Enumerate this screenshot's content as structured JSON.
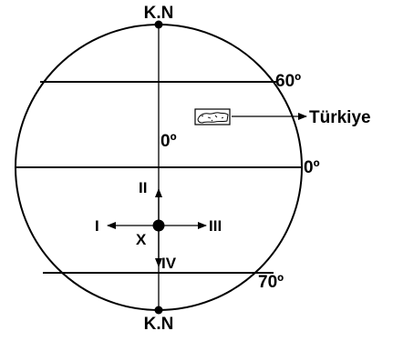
{
  "diagram": {
    "top_label": "K.N",
    "bottom_label": "K.N",
    "parallels": {
      "p60": "60º",
      "equator": "0º",
      "p70": "70º"
    },
    "meridian_label": "0º",
    "country_label": "Türkiye",
    "point_label": "X",
    "directions": {
      "up": "II",
      "left": "I",
      "right": "III",
      "down": "IV"
    }
  }
}
